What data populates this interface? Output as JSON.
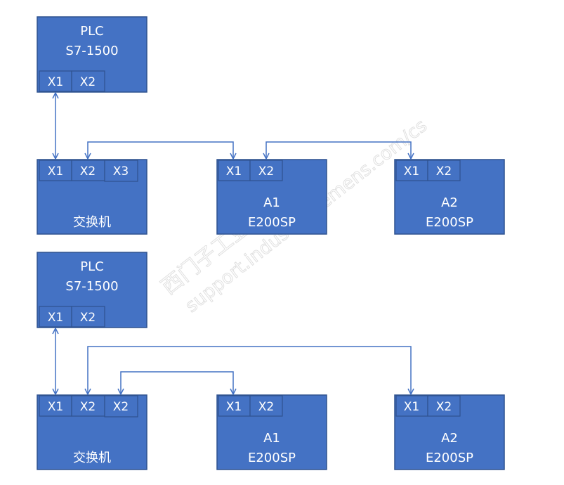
{
  "diagrams": [
    {
      "plc": {
        "line1": "PLC",
        "line2": "S7-1500",
        "ports": [
          "X1",
          "X2"
        ]
      },
      "switch": {
        "label": "交换机",
        "ports": [
          "X1",
          "X2",
          "X3"
        ]
      },
      "a1": {
        "line1": "A1",
        "line2": "E200SP",
        "ports": [
          "X1",
          "X2"
        ]
      },
      "a2": {
        "line1": "A2",
        "line2": "E200SP",
        "ports": [
          "X1",
          "X2"
        ]
      }
    },
    {
      "plc": {
        "line1": "PLC",
        "line2": "S7-1500",
        "ports": [
          "X1",
          "X2"
        ]
      },
      "switch": {
        "label": "交换机",
        "ports": [
          "X1",
          "X2",
          "X2"
        ]
      },
      "a1": {
        "line1": "A1",
        "line2": "E200SP",
        "ports": [
          "X1",
          "X2"
        ]
      },
      "a2": {
        "line1": "A2",
        "line2": "E200SP",
        "ports": [
          "X1",
          "X2"
        ]
      }
    }
  ],
  "watermark": {
    "cn": "西门子工业 找答案",
    "url": "support.industry.siemens.com/cs"
  },
  "colors": {
    "fill": "#4472C4",
    "border": "#2F528F"
  }
}
